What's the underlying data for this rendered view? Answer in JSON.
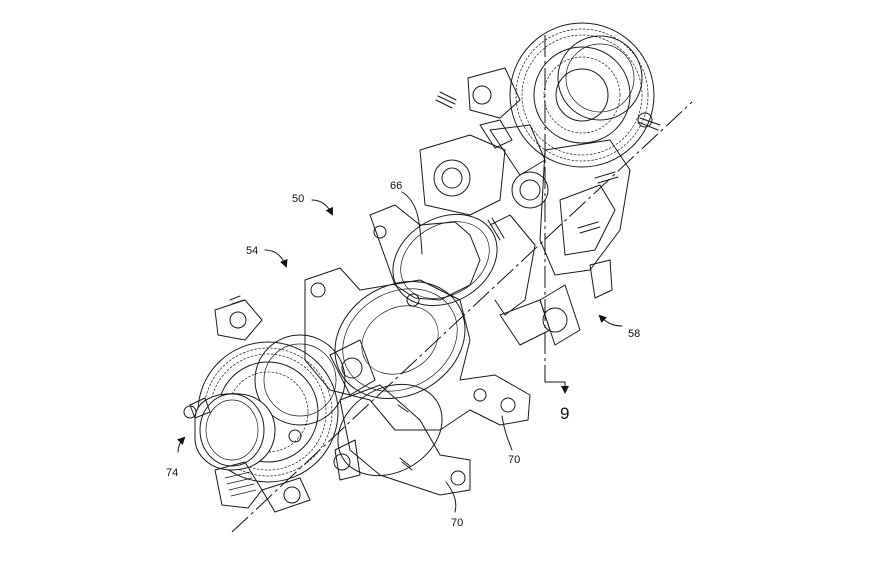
{
  "labels": {
    "ref_50": "50",
    "ref_54": "54",
    "ref_58": "58",
    "ref_66": "66",
    "ref_70a": "70",
    "ref_70b": "70",
    "ref_74": "74",
    "section_9": "9"
  }
}
